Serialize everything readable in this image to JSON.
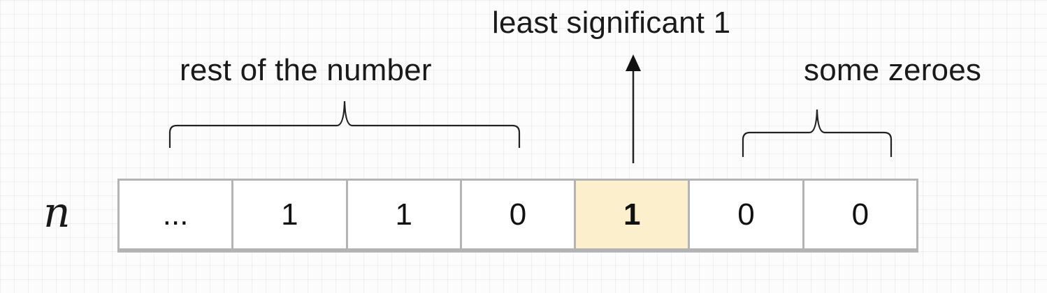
{
  "diagram": {
    "variable": "n",
    "labels": {
      "rest": "rest of the number",
      "least": "least significant 1",
      "zeroes": "some zeroes"
    },
    "cells": [
      {
        "value": "...",
        "highlighted": false
      },
      {
        "value": "1",
        "highlighted": false
      },
      {
        "value": "1",
        "highlighted": false
      },
      {
        "value": "0",
        "highlighted": false
      },
      {
        "value": "1",
        "highlighted": true
      },
      {
        "value": "0",
        "highlighted": false
      },
      {
        "value": "0",
        "highlighted": false
      }
    ],
    "colors": {
      "highlight": "#fcefcb",
      "cell_border": "#b3b3b3",
      "text": "#1a1a1a"
    }
  }
}
